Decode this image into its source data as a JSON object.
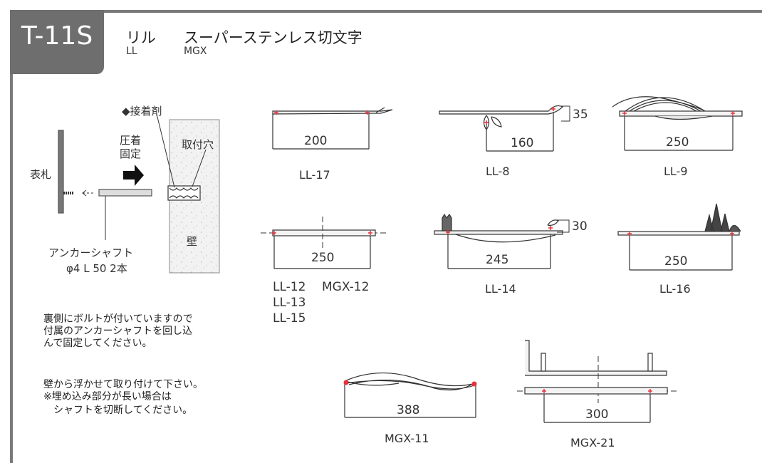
{
  "header": {
    "code": "T-11S",
    "series_ja": "リル",
    "series_en": "LL",
    "material_ja": "スーパーステンレス切文字",
    "material_en": "MGX"
  },
  "install": {
    "adhesive": "◆接着剤",
    "press_line1": "圧着",
    "press_line2": "固定",
    "mount_hole": "取付穴",
    "nameplate": "表札",
    "wall": "壁",
    "shaft_line1": "アンカーシャフト",
    "shaft_line2": "φ4 L 50 2本"
  },
  "notes": {
    "line1": "裏側にボルトが付いていますので",
    "line2": "付属のアンカーシャフトを回し込",
    "line3": "んで固定してください。",
    "line4": "壁から浮かせて取り付けて下さい。",
    "line5": "※埋め込み部分が長い場合は",
    "line6": "シャフトを切断してください。"
  },
  "models": {
    "ll17": {
      "dim": "200",
      "name": "LL-17"
    },
    "ll8": {
      "dim": "160",
      "height": "35",
      "name": "LL-8"
    },
    "ll9": {
      "dim": "250",
      "name": "LL-9"
    },
    "ll12": {
      "dim": "250",
      "name1": "LL-12",
      "name2": "MGX-12",
      "name3": "LL-13",
      "name4": "LL-15"
    },
    "ll14": {
      "dim": "245",
      "height": "30",
      "name": "LL-14"
    },
    "ll16": {
      "dim": "250",
      "name": "LL-16"
    },
    "mgx11": {
      "dim": "388",
      "name": "MGX-11"
    },
    "mgx21": {
      "dim": "300",
      "name": "MGX-21"
    }
  },
  "colors": {
    "frame": "#7a7a7a",
    "tab": "#6e6e6e",
    "mark": "#e8313a",
    "line": "#333333"
  }
}
